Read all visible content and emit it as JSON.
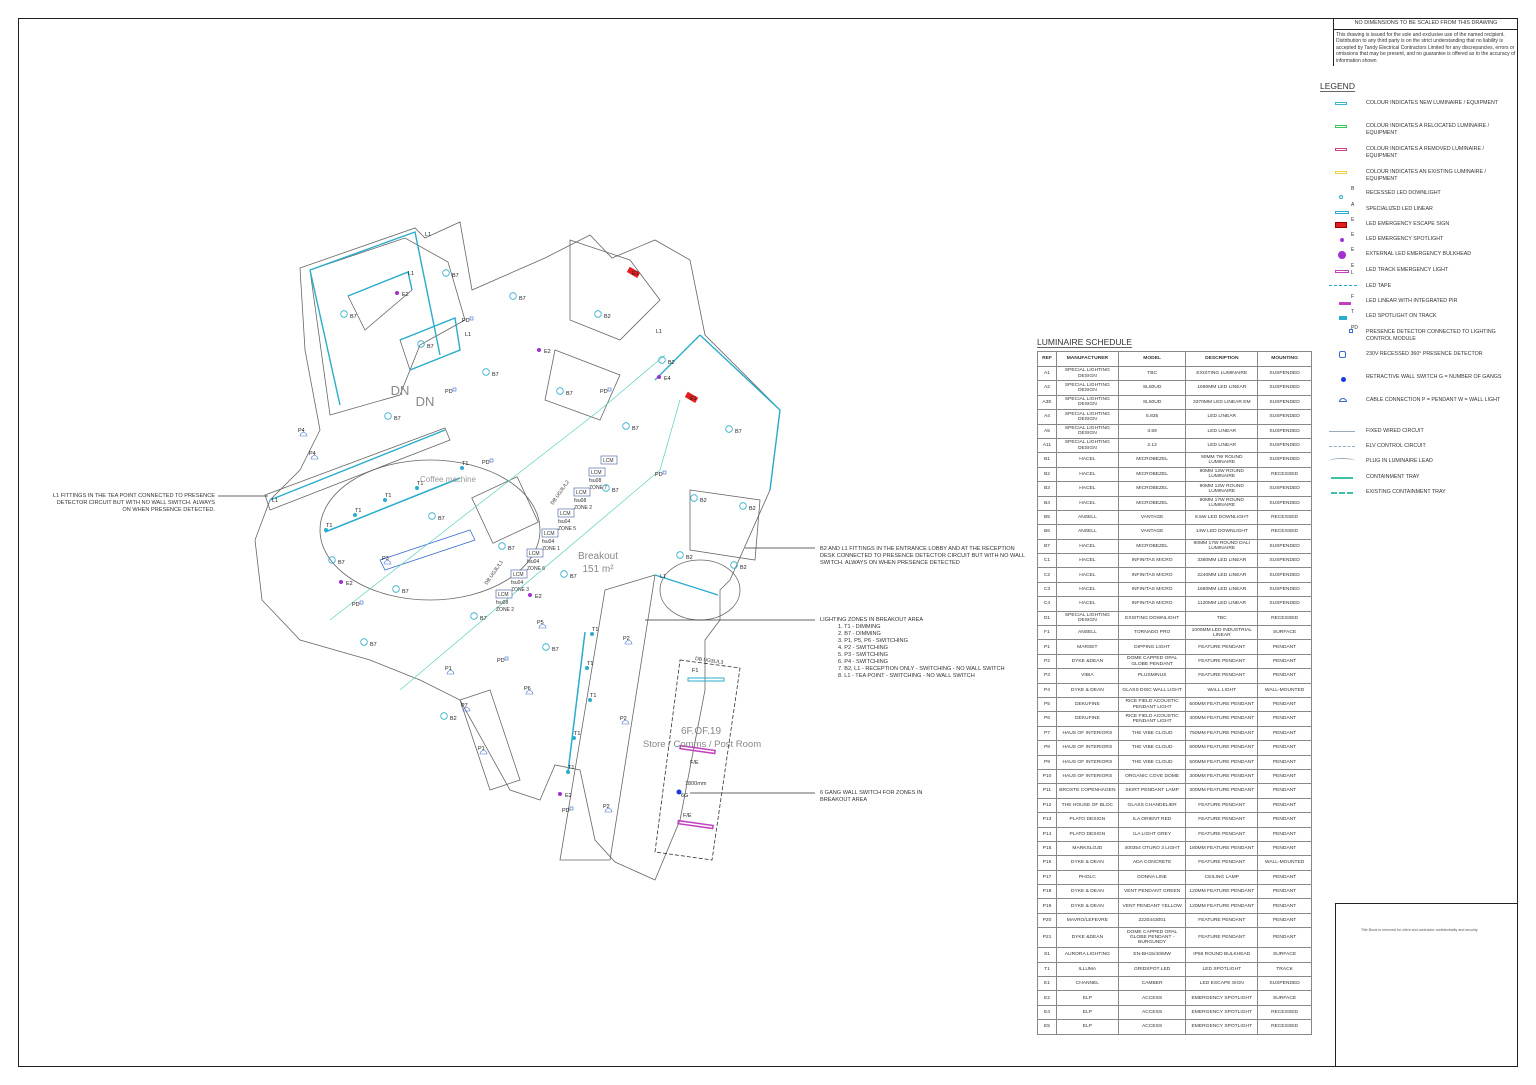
{
  "disclaimer": {
    "heading": "NO DIMENSIONS TO BE SCALED FROM THIS DRAWING",
    "text": "This drawing is issued for the sole and exclusive use of the named recipient. Distribution to any third party is on the strict understanding that no liability is accepted by Tandy Electrical Contractors Limited for any discrepancies, errors or omissions that may be present, and no guarantee is offered as to the accuracy of information shown"
  },
  "legend": {
    "title": "LEGEND",
    "items": [
      {
        "icon": "new-colour-swatch",
        "label": "COLOUR INDICATES NEW LUMINAIRE / EQUIPMENT",
        "color": "#3ab8d0"
      },
      {
        "icon": "relocated-colour-swatch",
        "label": "COLOUR INDICATES A RELOCATED LUMINAIRE / EQUIPMENT",
        "color": "#3cc85a"
      },
      {
        "icon": "removed-colour-swatch",
        "label": "COLOUR INDICATES A REMOVED LUMINAIRE / EQUIPMENT",
        "color": "#d0408a"
      },
      {
        "icon": "existing-colour-swatch",
        "label": "COLOUR INDICATES AN EXISTING LUMINAIRE / EQUIPMENT",
        "color": "#e8d040"
      },
      {
        "icon": "downlight-icon",
        "tag": "B",
        "label": "RECESSED LED DOWNLIGHT"
      },
      {
        "icon": "led-linear-icon",
        "tag": "A",
        "label": "SPECIALIZED LED LINEAR"
      },
      {
        "icon": "escape-sign-icon",
        "tag": "E",
        "label": "LED EMERGENCY ESCAPE SIGN"
      },
      {
        "icon": "emergency-spotlight-icon",
        "tag": "E",
        "label": "LED EMERGENCY SPOTLIGHT"
      },
      {
        "icon": "bulkhead-icon",
        "tag": "E",
        "label": "EXTERNAL LED EMERGENCY BULKHEAD"
      },
      {
        "icon": "track-emergency-icon",
        "tag": "E  L",
        "label": "LED TRACK EMERGENCY LIGHT"
      },
      {
        "icon": "led-tape-icon",
        "label": "LED TAPE"
      },
      {
        "icon": "linear-pir-icon",
        "tag": "F",
        "label": "LED LINEAR WITH INTEGRATED PIR"
      },
      {
        "icon": "track-spotlight-icon",
        "tag": "T",
        "label": "LED SPOTLIGHT ON TRACK"
      },
      {
        "icon": "presence-detector-icon",
        "tag": "PD",
        "label": "PRESENCE DETECTOR CONNECTED TO LIGHTING CONTROL MODULE"
      },
      {
        "icon": "recessed-presence-icon",
        "label": "230V RECESSED 360° PRESENCE DETECTOR"
      },
      {
        "icon": "wall-switch-icon",
        "label": "RETRACTIVE WALL SWITCH G = NUMBER OF GANGS"
      },
      {
        "icon": "cable-connection-icon",
        "label": "CABLE CONNECTION P = PENDANT W = WALL LIGHT"
      },
      {
        "icon": "fixed-circuit-icon",
        "label": "FIXED WIRED CIRCUIT"
      },
      {
        "icon": "elv-circuit-icon",
        "label": "ELV CONTROL CIRCUIT"
      },
      {
        "icon": "plug-lead-icon",
        "label": "PLUG IN LUMINAIRE LEAD"
      },
      {
        "icon": "containment-tray-icon",
        "label": "CONTAINMENT TRAY"
      },
      {
        "icon": "existing-tray-icon",
        "label": "EXISTING CONTAINMENT TRAY"
      }
    ]
  },
  "schedule": {
    "title": "LUMINAIRE SCHEDULE",
    "columns": [
      "REF",
      "MANUFACTURER",
      "MODEL",
      "DESCRIPTION",
      "MOUNTING"
    ],
    "rows": [
      [
        "A1",
        "SPECIAL LIGHTING DESIGN",
        "TBC",
        "EXISTING LUMINAIRE",
        "SUSPENDED"
      ],
      [
        "A2",
        "SPECIAL LIGHTING DESIGN",
        "SL50UD",
        "1690MM LED LINEAR",
        "SUSPENDED"
      ],
      [
        "A3E",
        "SPECIAL LIGHTING DESIGN",
        "SL50UD",
        "3370MM LED LINEAR EM",
        "SUSPENDED"
      ],
      [
        "A4",
        "SPECIAL LIGHTING DESIGN",
        "5.835",
        "LED LINEAR",
        "SUSPENDED"
      ],
      [
        "A5",
        "SPECIAL LIGHTING DESIGN",
        "3.59",
        "LED LINEAR",
        "SUSPENDED"
      ],
      [
        "A11",
        "SPECIAL LIGHTING DESIGN",
        "2.12",
        "LED LINEAR",
        "SUSPENDED"
      ],
      [
        "B1",
        "HACEL",
        "MICROBEZEL",
        "90MM 7W ROUND LUMINAIRE",
        "SUSPENDED"
      ],
      [
        "B2",
        "HACEL",
        "MICROBEZEL",
        "90MM 12W ROUND LUMINAIRE",
        "RECESSED"
      ],
      [
        "B3",
        "HACEL",
        "MICROBEZEL",
        "90MM 12W ROUND LUMINAIRE",
        "SUSPENDED"
      ],
      [
        "B4",
        "HACEL",
        "MICROBEZEL",
        "90MM 17W ROUND LUMINAIRE",
        "SUSPENDED"
      ],
      [
        "B5",
        "ANSELL",
        "VANTAGE",
        "8.5W LED DOWNLIGHT",
        "RECESSED"
      ],
      [
        "B6",
        "ANSELL",
        "VANTAGE",
        "14W LED DOWNLIGHT",
        "RECESSED"
      ],
      [
        "B7",
        "HACEL",
        "MICROBEZEL",
        "90MM 17W ROUND DALI LUMINAIRE",
        "SUSPENDED"
      ],
      [
        "C1",
        "HACEL",
        "INFINITAS MICRO",
        "3360MM LED LINEAR",
        "SUSPENDED"
      ],
      [
        "C2",
        "HACEL",
        "INFINITAS MICRO",
        "2240MM LED LINEAR",
        "SUSPENDED"
      ],
      [
        "C3",
        "HACEL",
        "INFINITAS MICRO",
        "1680MM LED LINEAR",
        "SUSPENDED"
      ],
      [
        "C4",
        "HACEL",
        "INFINITAS MICRO",
        "1120MM LED LINEAR",
        "SUSPENDED"
      ],
      [
        "D1",
        "SPECIAL LIGHTING DESIGN",
        "EXISTING DOWNLIGHT",
        "TBC",
        "RECESSED"
      ],
      [
        "F1",
        "ANSELL",
        "TORNADO PRO",
        "1000MM LED INDUSTRIAL LINEAR",
        "SURFACE"
      ],
      [
        "P1",
        "MARSET",
        "DIPPING LIGHT",
        "FEATURE PENDANT",
        "PENDANT"
      ],
      [
        "P2",
        "DYKE &DEAN",
        "DOME CAPPED OPAL GLOBE PENDANT",
        "FEATURE PENDANT",
        "PENDANT"
      ],
      [
        "P3",
        "VIBIA",
        "PLUSMINUS",
        "FEATURE PENDANT",
        "PENDANT"
      ],
      [
        "P4",
        "DYKE & DEAN",
        "GLASS DISC WALL LIGHT",
        "WALL LIGHT",
        "WALL-MOUNTED"
      ],
      [
        "P5",
        "DEKUFINE",
        "RICE FIELD ACOUSTIC PENDANT LIGHT",
        "600MM FEATURE PENDANT",
        "PENDANT"
      ],
      [
        "P6",
        "DEKUFINE",
        "RICE FIELD ACOUSTIC PENDANT LIGHT",
        "400MM FEATURE PENDANT",
        "PENDANT"
      ],
      [
        "P7",
        "HAUS OF INTERIORS",
        "THE VIBE CLOUD",
        "750MM FEATURE PENDANT",
        "PENDANT"
      ],
      [
        "P8",
        "HAUS OF INTERIORS",
        "THE VIBE CLOUD",
        "600MM FEATURE PENDANT",
        "PENDANT"
      ],
      [
        "P9",
        "HAUS OF INTERIORS",
        "THE VIBE CLOUD",
        "500MM FEATURE PENDANT",
        "PENDANT"
      ],
      [
        "P10",
        "HAUS OF INTERIORS",
        "ORGANIC COVE DOME",
        "300MM FEATURE PENDANT",
        "PENDANT"
      ],
      [
        "P11",
        "BROSTE COPENHAGEN",
        "SKIRT PENDANT LAMP",
        "300MM FEATURE PENDANT",
        "PENDANT"
      ],
      [
        "P12",
        "THE HOUSE OF BLOC",
        "GLASS CHANDELIER",
        "FEATURE PENDANT",
        "PENDANT"
      ],
      [
        "P13",
        "PLATO DESIGN",
        "ILA ORIENT RED",
        "FEATURE PENDANT",
        "PENDANT"
      ],
      [
        "P14",
        "PLATO DESIGN",
        "ILA LIGHT GREY",
        "FEATURE PENDANT",
        "PENDANT"
      ],
      [
        "P15",
        "MARKSLOJD",
        "400354 OTURO 3 LIGHT",
        "180MM FEATURE PENDANT",
        "PENDANT"
      ],
      [
        "P16",
        "DYKE & DEAN",
        "ADA CONCRETE",
        "FEATURE PENDANT",
        "WALL-MOUNTED"
      ],
      [
        "P17",
        "PHOLC",
        "DONNA LINE",
        "CEILING LAMP",
        "PENDANT"
      ],
      [
        "P18",
        "DYKE & DEAN",
        "VENT PENDANT GREEN",
        "120MM FEATURE PENDANT",
        "PENDANT"
      ],
      [
        "P19",
        "DYKE & DEAN",
        "VENT PENDANT YELLOW",
        "120MM FEATURE PENDANT",
        "PENDANT"
      ],
      [
        "P20",
        "MAVRO/LEFEVRE",
        "2220443001",
        "FEATURE PENDANT",
        "PENDANT"
      ],
      [
        "P21",
        "DYKE &DEAN",
        "DOME CAPPED OPAL GLOBE PENDANT - BURGUNDY",
        "FEATURE PENDANT",
        "PENDANT"
      ],
      [
        "S1",
        "AURORA LIGHTING",
        "EN-BH15/40/MW",
        "IP66 ROUND BULKHEAD",
        "SURFACE"
      ],
      [
        "T1",
        "ILLUMA",
        "GRIDSPOT LED",
        "LED SPOTLIGHT",
        "TRACK"
      ],
      [
        "E1",
        "CHANNEL",
        "CAMBER",
        "LED ESCAPE SIGN",
        "SUSPENDED"
      ],
      [
        "E2",
        "ELP",
        "ACCESS",
        "EMERGENCY SPOTLIGHT",
        "SURFACE"
      ],
      [
        "E4",
        "ELP",
        "ACCESS",
        "EMERGENCY SPOTLIGHT",
        "RECESSED"
      ],
      [
        "E5",
        "ELP",
        "ACCESS",
        "EMERGENCY SPOTLIGHT",
        "RECESSED"
      ]
    ]
  },
  "title_block": "Title Block is removed for client and contractor confidentiality and security",
  "notes": {
    "tea_point": "L1 FITTINGS IN THE TEA POINT CONNECTED TO PRESENCE DETECTOR CIRCUIT BUT WITH NO WALL SWITCH. ALWAYS ON WHEN PRESENCE DETECTED.",
    "lobby": "B2 AND L1 FITTINGS IN THE ENTRANCE LOBBY AND AT THE RECEPTION DESK CONNECTED TO PRESENCE DETECTOR CIRCUIT BUT WITH NO WALL SWITCH. ALWAYS ON WHEN PRESENCE DETECTED",
    "zones_title": "LIGHTING ZONES IN BREAKOUT AREA",
    "zones": [
      "1.   T1 - DIMMING",
      "2.   B7 - DIMMING",
      "3.   P1, P5, P6 - SWITCHING",
      "4.   P2 - SWITCHING",
      "5.   P3 - SWITCHING",
      "6.   P4 - SWITCHING",
      "7.   B2, L1 - RECEPTION ONLY - SWITCHING - NO WALL SWITCH",
      "8.   L1 - TEA POINT - SWITCHING - NO WALL SWITCH"
    ],
    "switch": "6 GANG WALL SWITCH FOR ZONES IN BREAKOUT AREA"
  },
  "plan": {
    "rooms": {
      "breakout": "Breakout",
      "breakout_area": "151 m²",
      "store_code": "6F.OF.19",
      "store": "Store / Comms / Post Room",
      "coffee": "Coffee machine",
      "dn1": "DN",
      "dn2": "DN",
      "dim": "1800mm",
      "db1": "DB UG3L/L2",
      "db2": "DB UG3L/L1",
      "db3": "DB UG3L/L3"
    },
    "lcm": [
      {
        "label": "LCM",
        "fsu": "",
        "zone": ""
      },
      {
        "label": "LCM",
        "fsu": "fsu08",
        "zone": "ZONE 7"
      },
      {
        "label": "LCM",
        "fsu": "fsu08",
        "zone": "ZONE 2"
      },
      {
        "label": "LCM",
        "fsu": "fsu04",
        "zone": "ZONE 5"
      },
      {
        "label": "LCM",
        "fsu": "fsu04",
        "zone": "ZONE 1"
      },
      {
        "label": "LCM",
        "fsu": "fsu04",
        "zone": "ZONE 6"
      },
      {
        "label": "LCM",
        "fsu": "fsu04",
        "zone": "ZONE 3"
      },
      {
        "label": "LCM",
        "fsu": "fsu08",
        "zone": "ZONE 2"
      }
    ],
    "fixtures": [
      "B7",
      "B7",
      "B7",
      "B7",
      "B7",
      "B7",
      "B7",
      "B7",
      "B7",
      "B7",
      "B7",
      "B7",
      "B7",
      "B7",
      "B7",
      "B7",
      "B7",
      "B7",
      "B2",
      "B2",
      "B2",
      "B2",
      "B2",
      "B2",
      "B2",
      "E2",
      "E2",
      "E2",
      "E2",
      "E2",
      "E4",
      "E1",
      "E1",
      "PD",
      "PD",
      "PD",
      "PD",
      "PD",
      "PD",
      "PD",
      "PD",
      "L1",
      "L1",
      "L1",
      "L1",
      "L1",
      "L1",
      "P4",
      "P4",
      "P3",
      "P2",
      "P2",
      "P2",
      "P1",
      "P1",
      "P5",
      "P6",
      "P7",
      "T1",
      "T1",
      "T1",
      "T1",
      "T1",
      "T1",
      "T1",
      "T1",
      "T1",
      "T1",
      "F1",
      "F/E",
      "F/E",
      "6G"
    ]
  }
}
